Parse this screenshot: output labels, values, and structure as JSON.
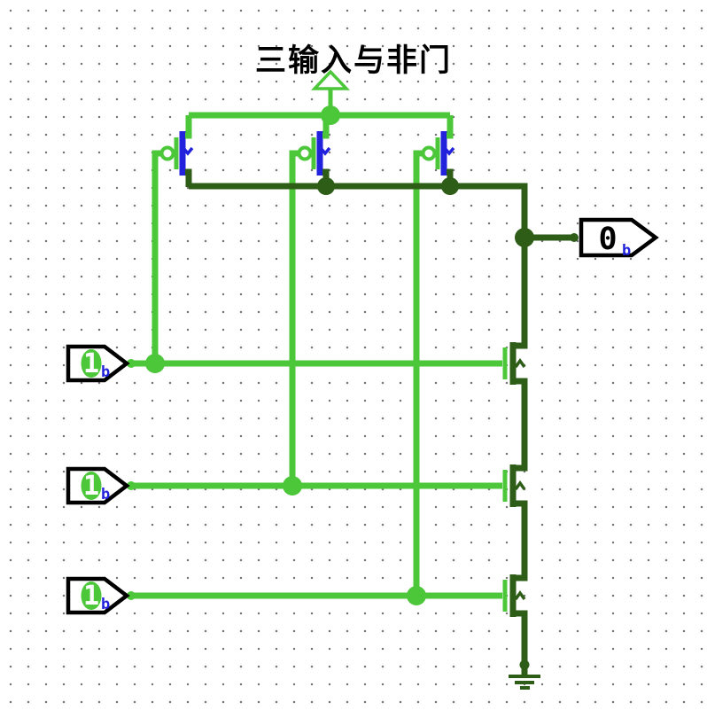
{
  "title": "三输入与非门",
  "colors": {
    "signal_high": "#4cc73a",
    "signal_low": "#2e5d17",
    "gate_blue": "#2222dd",
    "pin_outline": "#000000",
    "grid_dot": "#777777",
    "background": "#ffffff"
  },
  "inputs": [
    {
      "value": "1",
      "format": "b"
    },
    {
      "value": "1",
      "format": "b"
    },
    {
      "value": "1",
      "format": "b"
    }
  ],
  "output": {
    "value": "0",
    "format": "b"
  }
}
